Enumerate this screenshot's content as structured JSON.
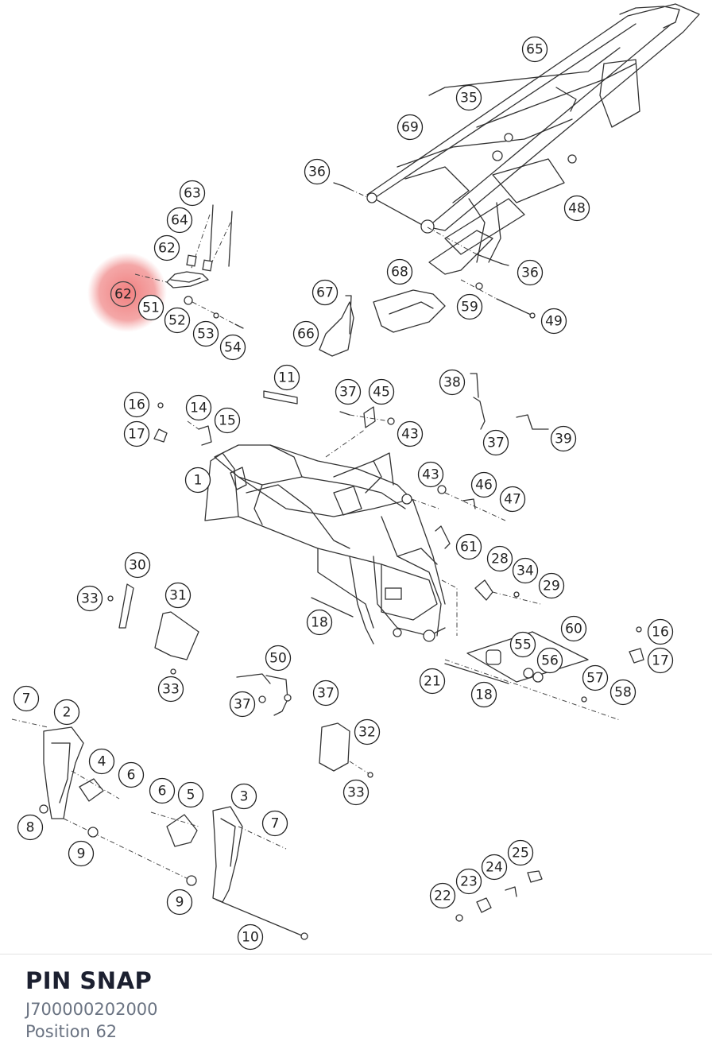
{
  "diagram": {
    "highlight": {
      "label": "62",
      "color": "#f08080"
    },
    "labels": [
      "1",
      "2",
      "3",
      "4",
      "5",
      "6",
      "7",
      "8",
      "9",
      "10",
      "11",
      "14",
      "15",
      "16",
      "17",
      "18",
      "21",
      "22",
      "23",
      "24",
      "25",
      "28",
      "29",
      "30",
      "31",
      "32",
      "33",
      "34",
      "35",
      "36",
      "37",
      "38",
      "39",
      "43",
      "45",
      "46",
      "47",
      "48",
      "49",
      "50",
      "51",
      "52",
      "53",
      "54",
      "55",
      "56",
      "57",
      "58",
      "59",
      "60",
      "61",
      "62",
      "63",
      "64",
      "65",
      "66",
      "67",
      "68",
      "69"
    ]
  },
  "part": {
    "name": "PIN SNAP",
    "number": "J700000202000",
    "position": "Position 62"
  }
}
